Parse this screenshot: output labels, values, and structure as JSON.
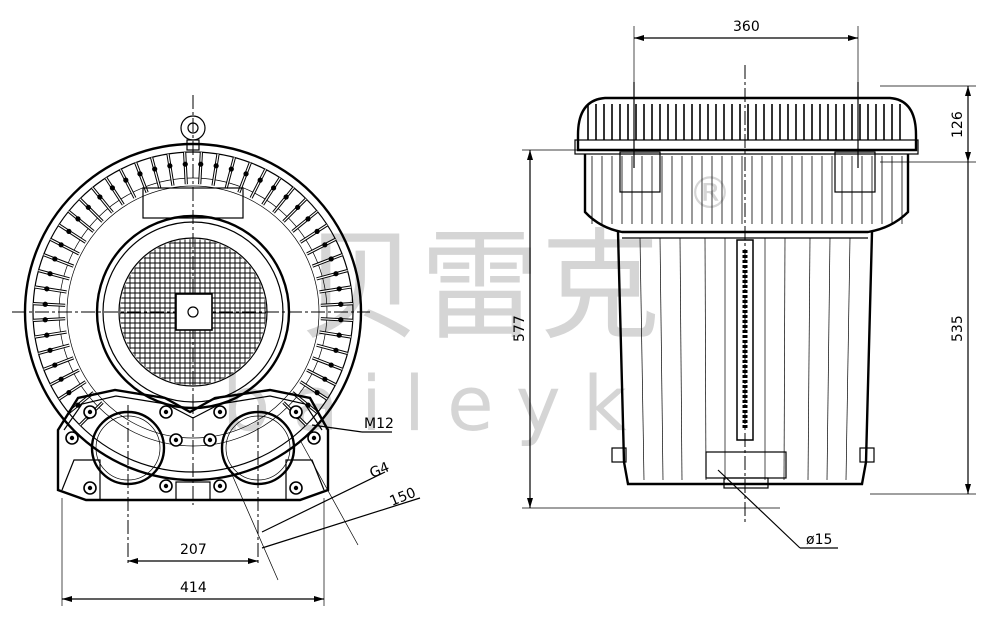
{
  "watermark": {
    "chinese": "贝雷克",
    "latin": "baileyk",
    "registered": "®"
  },
  "front_view": {
    "dims": {
      "width_total": "414",
      "inlet_spacing": "207",
      "flange_depth": "150",
      "port_thread": "G4",
      "mount_bolt": "M12"
    }
  },
  "side_view": {
    "dims": {
      "width": "360",
      "height_total": "577",
      "height_body": "535",
      "top_offset": "126",
      "drain_diameter": "ø15"
    }
  }
}
